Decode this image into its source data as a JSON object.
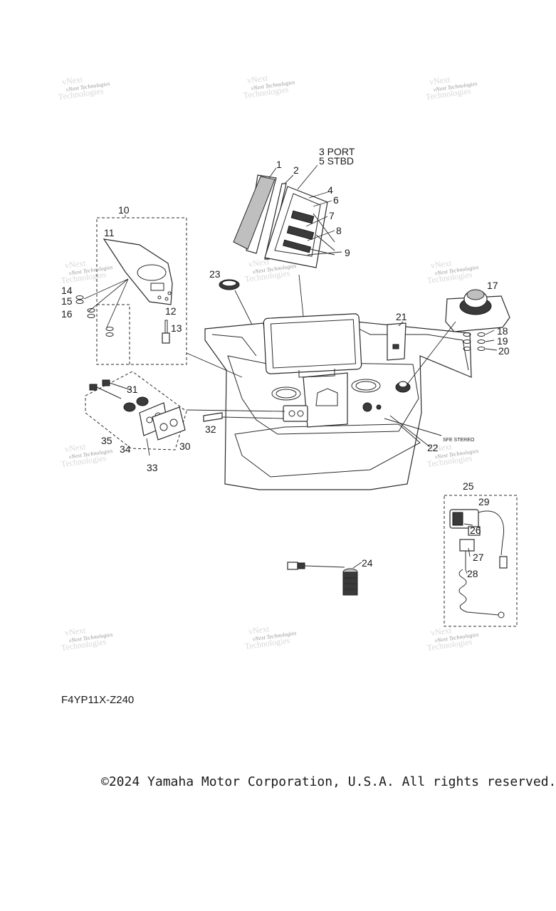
{
  "watermark": {
    "text": "vNext Technologies"
  },
  "callouts": [
    {
      "id": "c1",
      "text": "1"
    },
    {
      "id": "c2",
      "text": "2"
    },
    {
      "id": "c3",
      "text": "3 PORT"
    },
    {
      "id": "c5",
      "text": "5 STBD"
    },
    {
      "id": "c4",
      "text": "4"
    },
    {
      "id": "c6",
      "text": "6"
    },
    {
      "id": "c7",
      "text": "7"
    },
    {
      "id": "c8",
      "text": "8"
    },
    {
      "id": "c9",
      "text": "9"
    },
    {
      "id": "c10",
      "text": "10"
    },
    {
      "id": "c11",
      "text": "11"
    },
    {
      "id": "c12",
      "text": "12"
    },
    {
      "id": "c13",
      "text": "13"
    },
    {
      "id": "c14",
      "text": "14"
    },
    {
      "id": "c15",
      "text": "15"
    },
    {
      "id": "c16",
      "text": "16"
    },
    {
      "id": "c17",
      "text": "17"
    },
    {
      "id": "c18",
      "text": "18"
    },
    {
      "id": "c19",
      "text": "19"
    },
    {
      "id": "c20",
      "text": "20"
    },
    {
      "id": "c21",
      "text": "21"
    },
    {
      "id": "c22",
      "text": "22"
    },
    {
      "id": "c23",
      "text": "23"
    },
    {
      "id": "c24",
      "text": "24"
    },
    {
      "id": "c25",
      "text": "25"
    },
    {
      "id": "c26",
      "text": "26"
    },
    {
      "id": "c27",
      "text": "27"
    },
    {
      "id": "c28",
      "text": "28"
    },
    {
      "id": "c29",
      "text": "29"
    },
    {
      "id": "c30",
      "text": "30"
    },
    {
      "id": "c31",
      "text": "31"
    },
    {
      "id": "c32",
      "text": "32"
    },
    {
      "id": "c33",
      "text": "33"
    },
    {
      "id": "c34",
      "text": "34"
    },
    {
      "id": "c35",
      "text": "35"
    }
  ],
  "annotations": {
    "sfe_stereo": "SFE STEREO"
  },
  "diagram_code": "F4YP11X-Z240",
  "copyright": "©2024 Yamaha Motor Corporation, U.S.A. All rights reserved."
}
